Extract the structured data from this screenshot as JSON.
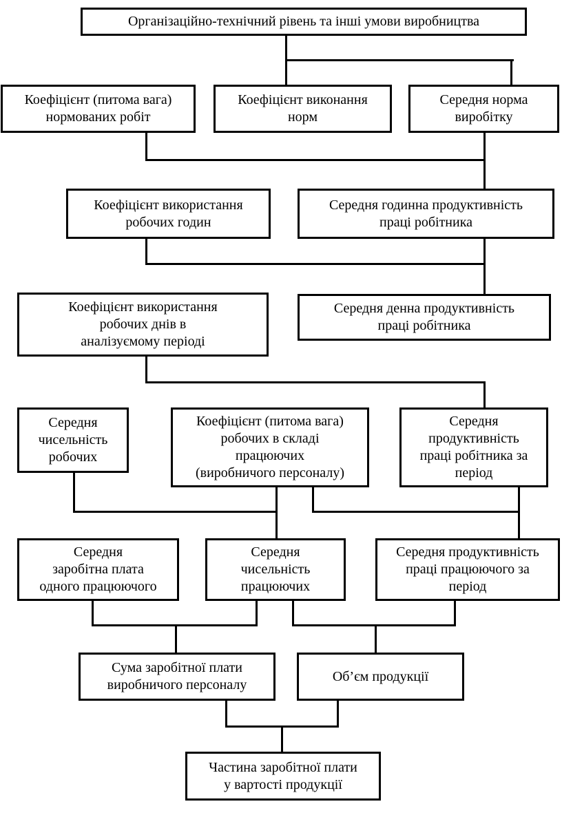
{
  "page": {
    "background_color": "#ffffff",
    "line_color": "#000000",
    "text_color": "#000000"
  },
  "diagram": {
    "nodes": {
      "org_tech_level": {
        "label": "Організаційно-технічний рівень та інші умови виробництва"
      },
      "norm_work_share": {
        "label": "Коефіцієнт (питома вага)\nнормованих робіт"
      },
      "norm_fulfillment": {
        "label": "Коефіцієнт виконання\nнорм"
      },
      "avg_output_norm": {
        "label": "Середня норма\nвиробітку"
      },
      "work_hours_usage": {
        "label": "Коефіцієнт використання\nробочих годин"
      },
      "avg_hourly_productivity": {
        "label": "Середня годинна продуктивність\nпраці робітника"
      },
      "work_days_usage": {
        "label": "Коефіцієнт використання\nробочих днів в\nаналізуємому періоді"
      },
      "avg_daily_productivity": {
        "label": "Середня денна продуктивність\nпраці робітника"
      },
      "avg_workers_count": {
        "label": "Середня\nчисельність\nробочих"
      },
      "workers_share": {
        "label": "Коефіцієнт (питома вага)\nробочих в складі\nпрацюючих\n(виробничого персоналу)"
      },
      "avg_worker_productivity_period": {
        "label": "Середня\nпродуктивність\nпраці робітника за\nперіод"
      },
      "avg_salary_per_employee": {
        "label": "Середня\nзаробітна плата\nодного працюючого"
      },
      "avg_employees_count": {
        "label": "Середня\nчисельність\nпрацюючих"
      },
      "avg_employee_productivity_period": {
        "label": "Середня продуктивність\nпраці працюючого за\nперіод"
      },
      "salary_sum": {
        "label": "Сума заробітної плати\nвиробничого персоналу"
      },
      "production_volume": {
        "label": "Об’єм продукції"
      },
      "salary_share_in_cost": {
        "label": "Частина заробітної плати\nу вартості продукції"
      }
    },
    "edges": [
      {
        "from": "org_tech_level",
        "to": "norm_fulfillment"
      },
      {
        "from": "org_tech_level",
        "to": "avg_output_norm"
      },
      {
        "from": "norm_work_share",
        "to": "avg_hourly_productivity"
      },
      {
        "from": "avg_output_norm",
        "to": "avg_hourly_productivity"
      },
      {
        "from": "work_hours_usage",
        "to": "avg_daily_productivity"
      },
      {
        "from": "avg_hourly_productivity",
        "to": "avg_daily_productivity"
      },
      {
        "from": "work_days_usage",
        "to": "avg_worker_productivity_period"
      },
      {
        "from": "avg_daily_productivity",
        "to": "avg_worker_productivity_period"
      },
      {
        "from": "avg_workers_count",
        "to": "avg_employees_count"
      },
      {
        "from": "workers_share",
        "to": "avg_employees_count"
      },
      {
        "from": "workers_share",
        "to": "avg_employee_productivity_period"
      },
      {
        "from": "avg_worker_productivity_period",
        "to": "avg_employee_productivity_period"
      },
      {
        "from": "avg_salary_per_employee",
        "to": "salary_sum"
      },
      {
        "from": "avg_employees_count",
        "to": "salary_sum"
      },
      {
        "from": "avg_employees_count",
        "to": "production_volume"
      },
      {
        "from": "avg_employee_productivity_period",
        "to": "production_volume"
      },
      {
        "from": "salary_sum",
        "to": "salary_share_in_cost"
      },
      {
        "from": "production_volume",
        "to": "salary_share_in_cost"
      }
    ]
  }
}
